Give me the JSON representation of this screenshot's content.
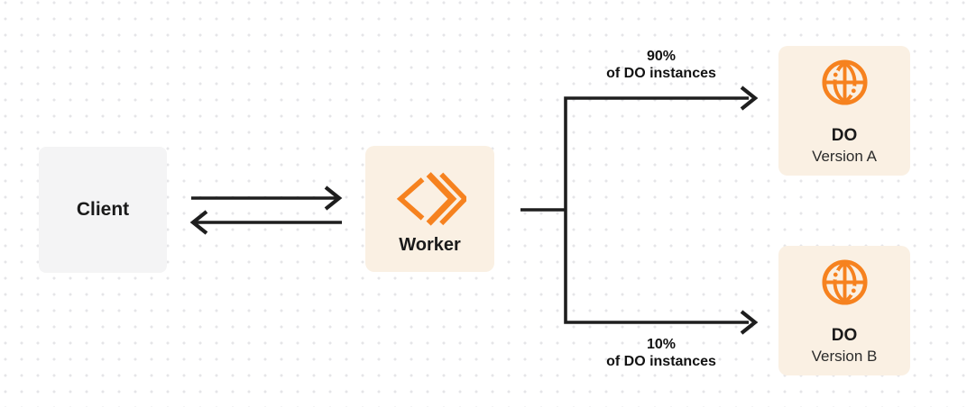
{
  "nodes": {
    "client": {
      "label": "Client"
    },
    "worker": {
      "label": "Worker"
    },
    "do_version_a": {
      "title": "DO",
      "subtitle": "Version A"
    },
    "do_version_b": {
      "title": "DO",
      "subtitle": "Version B"
    }
  },
  "edges": {
    "top_branch": {
      "percent": "90%",
      "caption": "of DO instances"
    },
    "bottom_branch": {
      "percent": "10%",
      "caption": "of DO instances"
    }
  },
  "icons": {
    "worker_logo": "cloudflare-workers-chevrons",
    "durable_object": "globe-with-nodes"
  },
  "colors": {
    "accent_orange": "#F6821F",
    "box_cream": "#FAF0E3",
    "box_gray": "#F4F4F5",
    "line_ink": "#1E1E1E",
    "dot_grid": "#E5E5E8",
    "text_dark": "#1A1A1A"
  }
}
